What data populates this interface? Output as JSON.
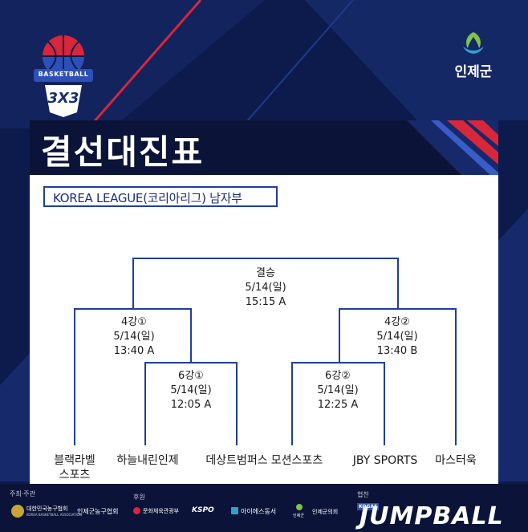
{
  "header": {
    "event_logo": {
      "top_text": "BASKETBALL",
      "bottom_text": "3X3"
    },
    "sponsor_logo": {
      "name": "인제군"
    }
  },
  "title": "결선대진표",
  "league": "KOREA LEAGUE(코리아리그) 남자부",
  "bracket": {
    "final": {
      "round": "결승",
      "date": "5/14(일)",
      "time": "15:15 A"
    },
    "semi_left": {
      "round": "4강①",
      "date": "5/14(일)",
      "time": "13:40 A"
    },
    "semi_right": {
      "round": "4강②",
      "date": "5/14(일)",
      "time": "13:40 B"
    },
    "qf_left": {
      "round": "6강①",
      "date": "5/14(일)",
      "time": "12:05 A"
    },
    "qf_right": {
      "round": "6강②",
      "date": "5/14(일)",
      "time": "12:25 A"
    },
    "teams": {
      "t1_line1": "블랙라벨",
      "t1_line2": "스포츠",
      "t2": "하늘내린인제",
      "t3": "데상트범퍼스",
      "t4": "모션스포츠",
      "t5": "JBY SPORTS",
      "t6": "마스터욱"
    }
  },
  "footer": {
    "host_label": "주최·주관",
    "host_1": "대한민국농구협회",
    "host_1_sub": "KOREA BASKETBALL ASSOCIATION",
    "host_2": "인제군농구협회",
    "sponsor_label": "후원",
    "sponsor_1": "문화체육관광부",
    "sponsor_2": "KSPO",
    "sponsor_3": "아이에스동서",
    "sponsor_4": "인제군",
    "sponsor_5": "인제군의회",
    "support_label": "협찬",
    "support_1": "KOGAS",
    "brand": "JUMPBALL"
  },
  "colors": {
    "navy": "#0d1a4c",
    "bracket_line": "#1f3e9c",
    "accent_red": "#d8263b"
  }
}
